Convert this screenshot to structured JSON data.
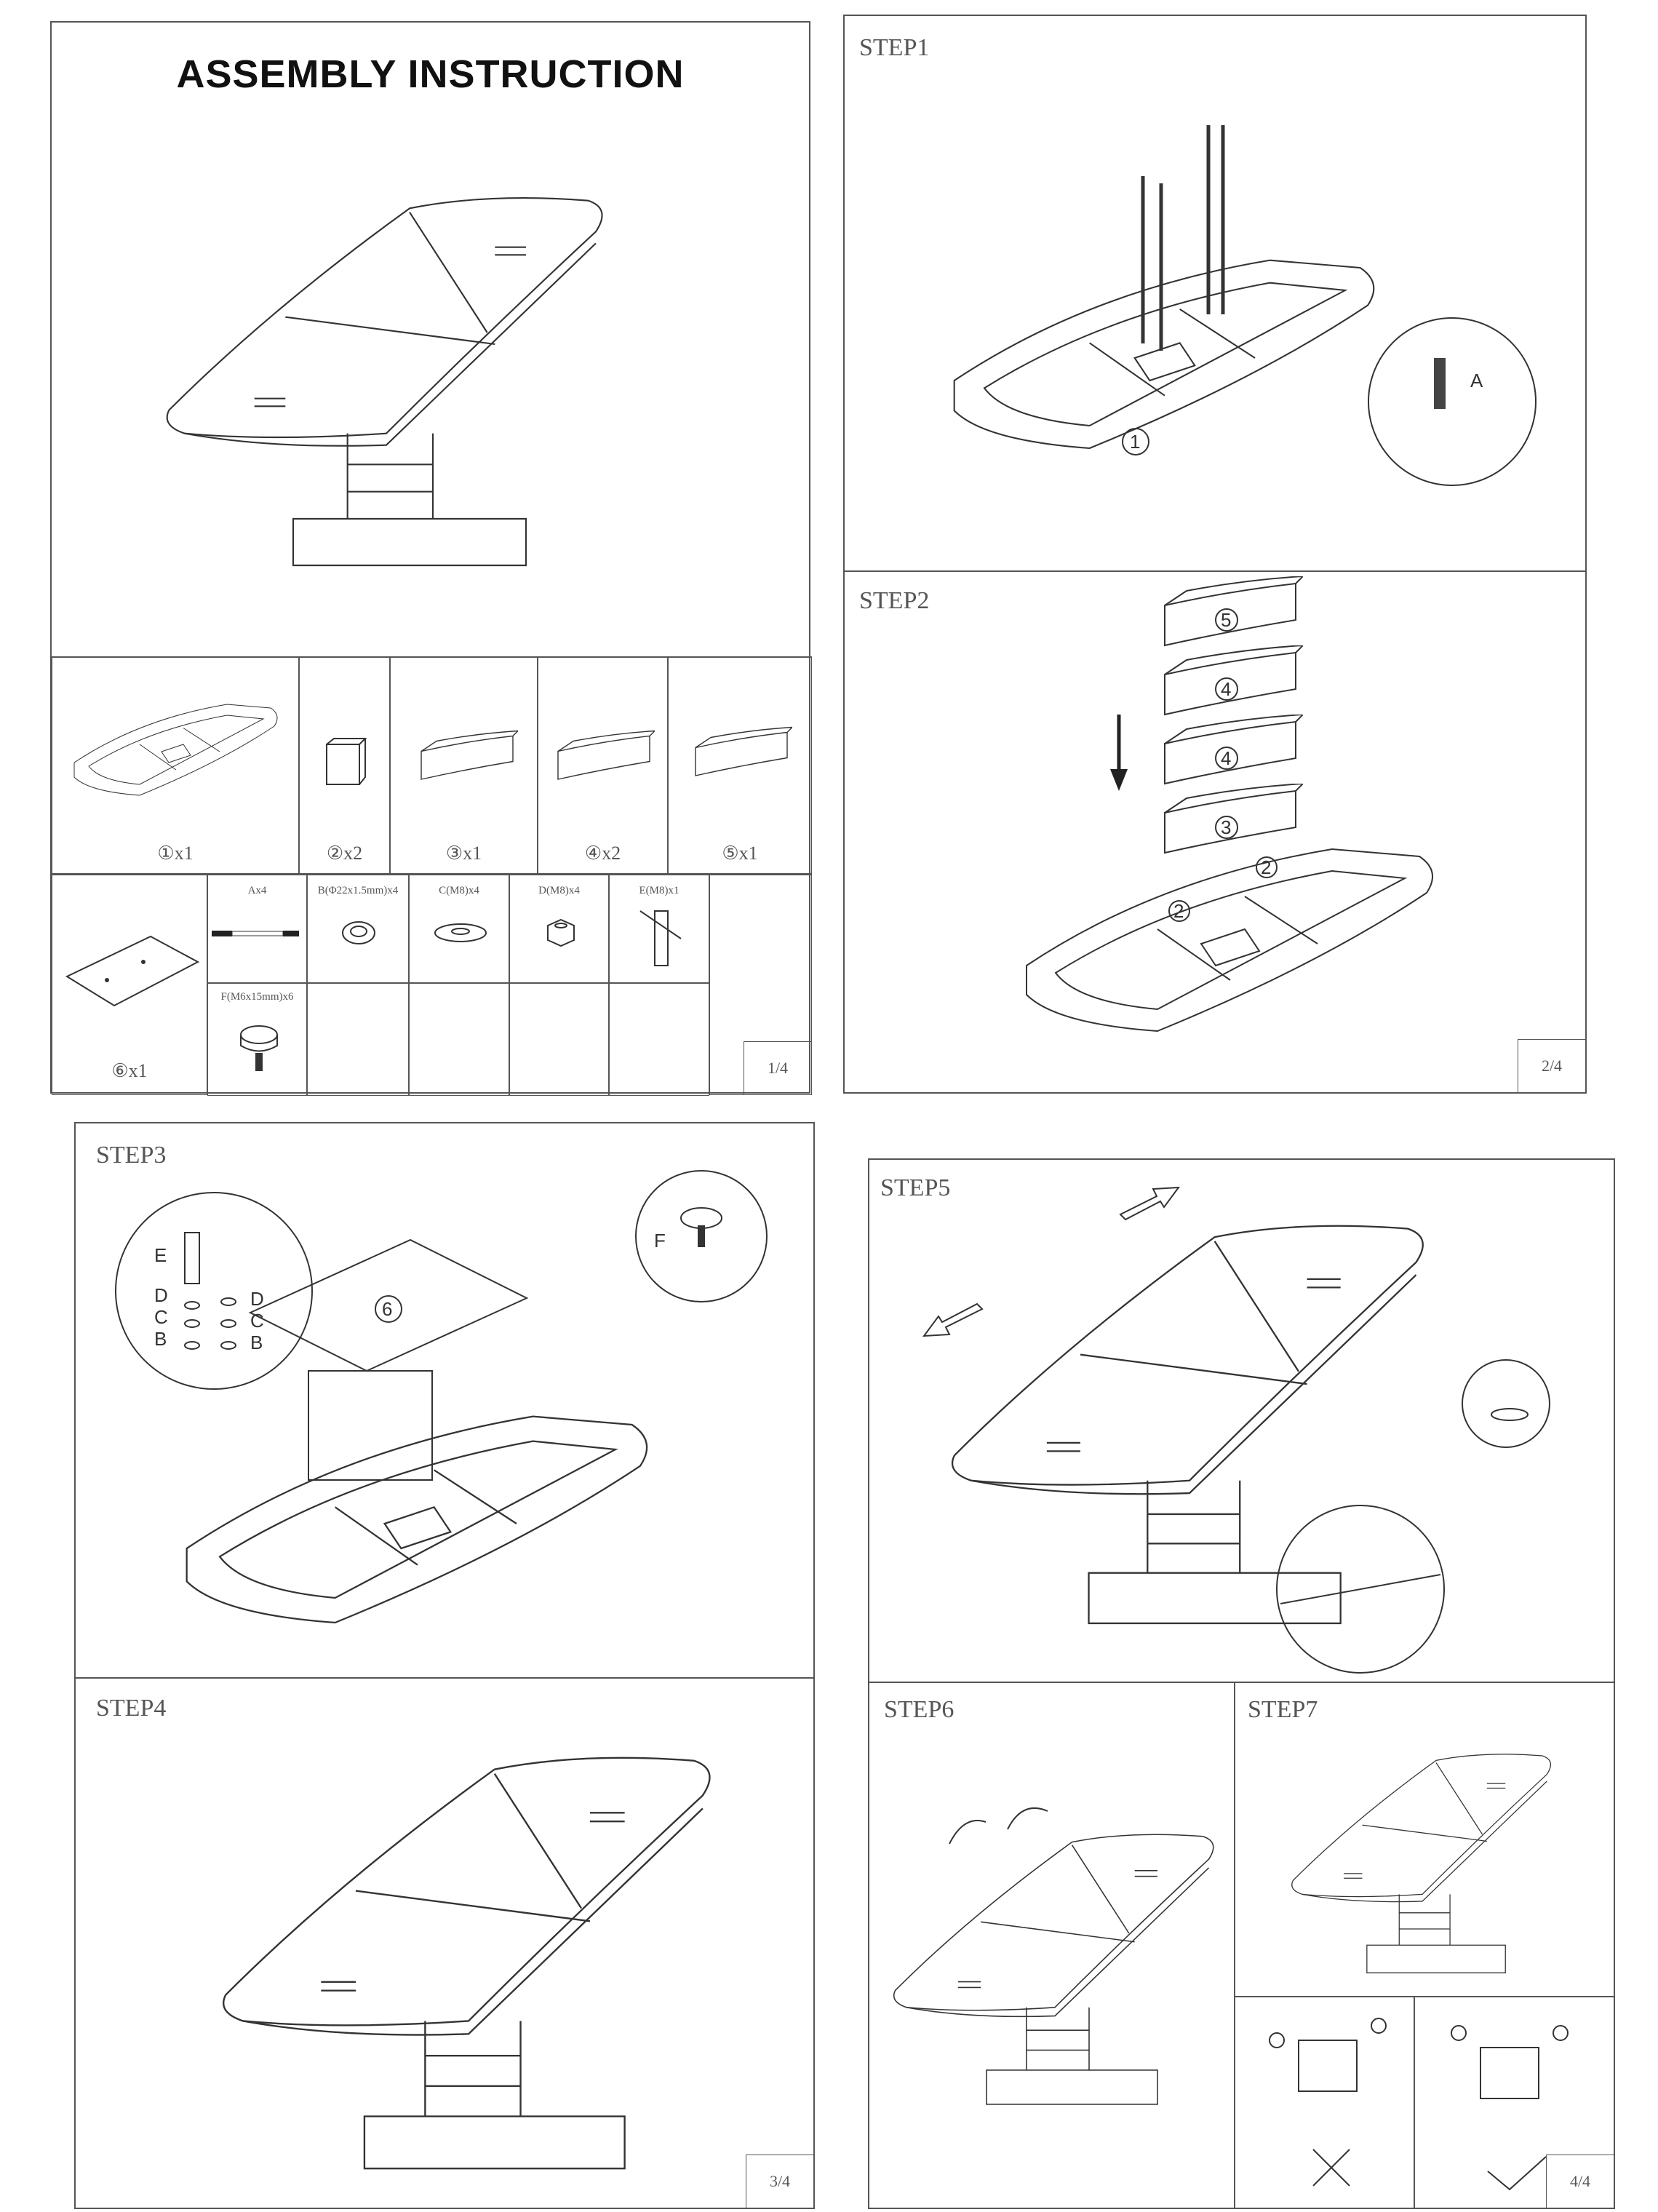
{
  "page1": {
    "title": "ASSEMBLY  INSTRUCTION",
    "parts": [
      {
        "label": "①x1"
      },
      {
        "label": "②x2"
      },
      {
        "label": "③x1"
      },
      {
        "label": "④x2"
      },
      {
        "label": "⑤x1"
      }
    ],
    "hardware": [
      {
        "label": "⑥x1"
      },
      {
        "label": "Ax4"
      },
      {
        "label": "B(Φ22x1.5mm)x4"
      },
      {
        "label": "C(M8)x4"
      },
      {
        "label": "D(M8)x4"
      },
      {
        "label": "E(M8)x1"
      },
      {
        "label": "F(M6x15mm)x6"
      }
    ],
    "page_number": "1/4"
  },
  "page2": {
    "step1": "STEP1",
    "step1_callout": "A",
    "step1_part": "1",
    "step2": "STEP2",
    "step2_parts": [
      "5",
      "4",
      "4",
      "3",
      "2",
      "2"
    ],
    "page_number": "2/4"
  },
  "page3": {
    "step3": "STEP3",
    "callout_left": [
      "E",
      "D",
      "C",
      "B",
      "D",
      "C",
      "B"
    ],
    "callout_right": "F",
    "part": "6",
    "step4": "STEP4",
    "page_number": "3/4"
  },
  "page4": {
    "step5": "STEP5",
    "step6": "STEP6",
    "step7": "STEP7",
    "page_number": "4/4"
  }
}
